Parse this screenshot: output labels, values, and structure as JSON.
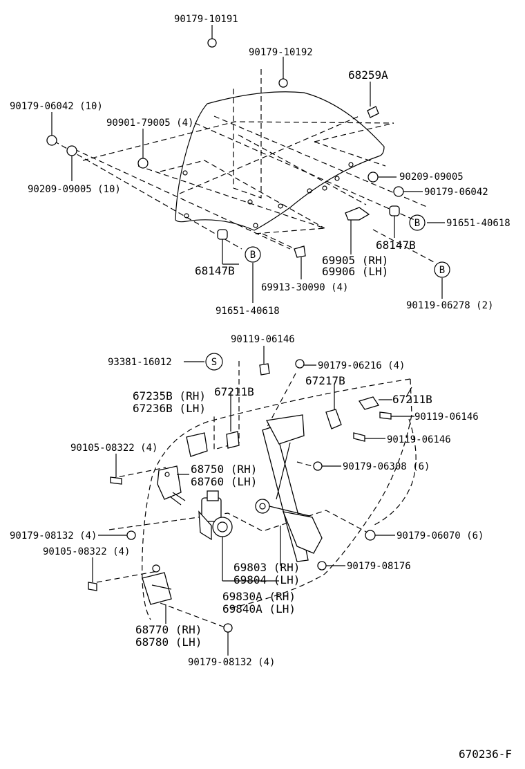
{
  "diagram_id": "670236-F",
  "upper": {
    "labels": {
      "p90179_10191": "90179-10191",
      "p90179_10192": "90179-10192",
      "p68259a": "68259A",
      "p90179_06042_10": "90179-06042 (10)",
      "p90901_79005_4": "90901-79005 (4)",
      "p90209_09005_10": "90209-09005 (10)",
      "p90209_09005": "90209-09005",
      "p90179_06042": "90179-06042",
      "p91651_40618_r": "91651-40618",
      "p68147b_r": "68147B",
      "p69905": "69905 (RH)",
      "p69906": "69906 (LH)",
      "p68147b_l": "68147B",
      "p69913_30090_4": "69913-30090 (4)",
      "p91651_40618_l": "91651-40618",
      "p90119_06278_2": "90119-06278 (2)",
      "circle_b": "B"
    }
  },
  "lower": {
    "labels": {
      "p90119_06146_top": "90119-06146",
      "p93381_16012": "93381-16012",
      "circle_s": "S",
      "p90179_06216_4": "90179-06216 (4)",
      "p67217b": "67217B",
      "p67235b": "67235B (RH)",
      "p67236b": "67236B (LH)",
      "p67211b_mid": "67211B",
      "p67211b_right": "67211B",
      "p90119_06146_r1": "90119-06146",
      "p90119_06146_r2": "90119-06146",
      "p90105_08322_4_top": "90105-08322 (4)",
      "p68750": "68750 (RH)",
      "p68760": "68760 (LH)",
      "p90179_06308_6": "90179-06308 (6)",
      "p90179_08132_4_l": "90179-08132 (4)",
      "p90179_06070_6": "90179-06070 (6)",
      "p90105_08322_4_bot": "90105-08322 (4)",
      "p69803": "69803 (RH)",
      "p69804": "69804 (LH)",
      "p90179_08176": "90179-08176",
      "p69830a": "69830A (RH)",
      "p69840a": "69840A (LH)",
      "p68770": "68770 (RH)",
      "p68780": "68780 (LH)",
      "p90179_08132_4_b": "90179-08132 (4)"
    }
  }
}
